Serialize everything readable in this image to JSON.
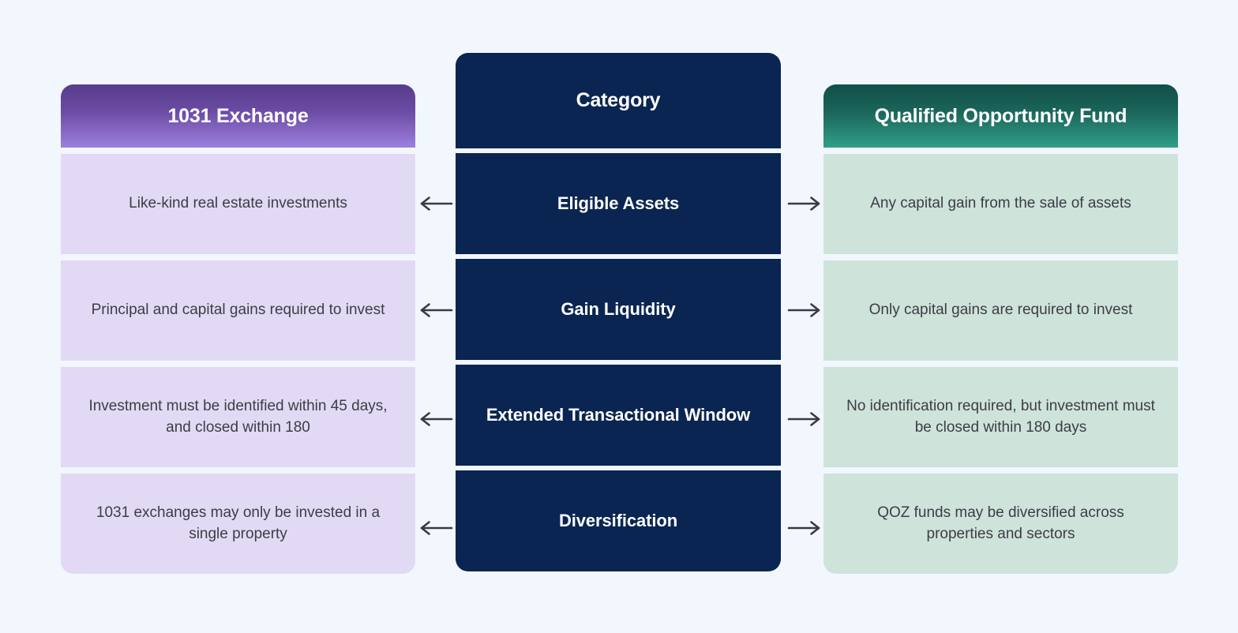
{
  "theme": {
    "background": "#F1F7FD",
    "left_accent_top": "#573C8C",
    "left_accent_bottom": "#9C81DF",
    "left_cell_bg": "#E2D9F4",
    "mid_accent": "#0A2551",
    "right_accent_top": "#114F49",
    "right_accent_bottom": "#309E88",
    "right_cell_bg": "#CEE3DA",
    "body_text": "#3D3D47",
    "arrow_color": "#3A3A46"
  },
  "columns": {
    "left": {
      "header": "1031 Exchange",
      "cells": [
        "Like-kind real estate investments",
        "Principal and capital gains required to invest",
        "Investment must be identified within 45 days, and closed within 180",
        "1031 exchanges may only be invested in a single property"
      ]
    },
    "middle": {
      "header": "Category",
      "cells": [
        "Eligible Assets",
        "Gain Liquidity",
        "Extended Transactional Window",
        "Diversification"
      ]
    },
    "right": {
      "header": "Qualified Opportunity Fund",
      "cells": [
        "Any capital gain from the sale of assets",
        "Only capital gains are required to invest",
        "No identification required, but investment must be closed within 180 days",
        "QOZ funds may be diversified across properties and sectors"
      ]
    }
  },
  "connectors": {
    "left_arrow_icon": "arrow-left-icon",
    "right_arrow_icon": "arrow-right-icon",
    "count": 4
  }
}
